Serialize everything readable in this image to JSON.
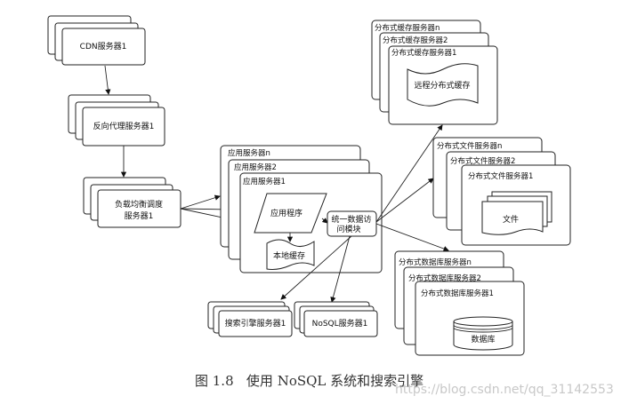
{
  "cdn": {
    "label": "CDN服务器1"
  },
  "reverse_proxy": {
    "label": "反向代理服务器1"
  },
  "load_balancer": {
    "label_line1": "负载均衡调度",
    "label_line2": "服务器1"
  },
  "app_servers": {
    "labels": [
      "应用服务器n",
      "应用服务器2",
      "应用服务器1"
    ],
    "app_program": "应用程序",
    "local_cache": "本地缓存",
    "data_access_line1": "统一数据访",
    "data_access_line2": "问模块"
  },
  "cache_servers": {
    "labels": [
      "分布式缓存服务器n",
      "分布式缓存服务器2",
      "分布式缓存服务器1"
    ],
    "content": "远程分布式缓存"
  },
  "file_servers": {
    "labels": [
      "分布式文件服务器n",
      "分布式文件服务器2",
      "分布式文件服务器1"
    ],
    "content": "文件"
  },
  "db_servers": {
    "labels": [
      "分布式数据库服务器n",
      "分布式数据库服务器2",
      "分布式数据库服务器1"
    ],
    "content": "数据库"
  },
  "search_server": {
    "label": "搜索引擎服务器1"
  },
  "nosql_server": {
    "label": "NoSQL服务器1"
  },
  "caption": "图 1.8   使用 NoSQL 系统和搜索引擎",
  "watermark": "https://blog.csdn.net/qq_31142553"
}
